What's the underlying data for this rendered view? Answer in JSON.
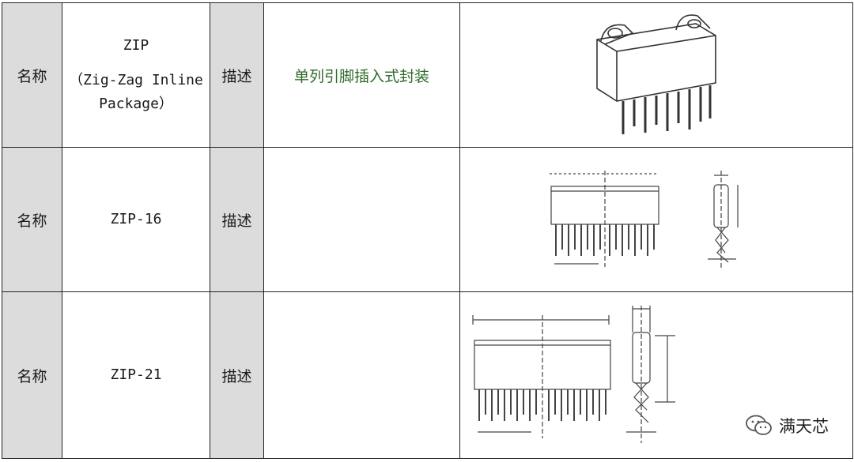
{
  "rows": [
    {
      "key_label": "名称",
      "name_main": "ZIP",
      "name_sub": "（Zig-Zag Inline Package）",
      "desc_label": "描述",
      "desc_value": "单列引脚插入式封装",
      "image": "zip-package-3d-drawing"
    },
    {
      "key_label": "名称",
      "name_main": "ZIP-16",
      "desc_label": "描述",
      "desc_value": "",
      "image": "zip-16-outline-drawing"
    },
    {
      "key_label": "名称",
      "name_main": "ZIP-21",
      "desc_label": "描述",
      "desc_value": "",
      "image": "zip-21-outline-drawing"
    }
  ],
  "watermark": {
    "icon": "wechat-icon",
    "text": "满天芯"
  }
}
